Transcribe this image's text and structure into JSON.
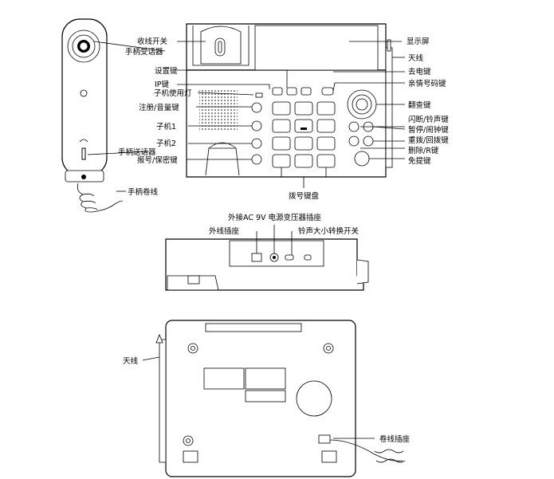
{
  "labels": {
    "hook_switch": "收线开关",
    "handset_receiver": "手柄受话器",
    "settings_key": "设置键",
    "ip_key": "IP键",
    "handset_in_use_led": "子机使用灯",
    "register_volume_key": "注册/音量键",
    "handset_1": "子机1",
    "handset_2": "子机2",
    "handset_transmitter": "手柄送话器",
    "report_secret_key": "报号/保密键",
    "handset_cord": "手柄卷线",
    "display": "显示屏",
    "antenna": "天线",
    "outgoing_key": "去电键",
    "family_number_key": "亲情号码键",
    "browse_key": "翻查键",
    "flash_ring_key": "闪断/铃声键",
    "pause_alarm_key": "暂停/闹钟键",
    "redial_callback_key": "重拨/回拨键",
    "delete_r_key": "删除/R键",
    "handsfree_key": "免提键",
    "keypad": "拨号键盘",
    "ac_adapter_jack": "外接AC 9V 电源变压器插座",
    "line_jack": "外线插座",
    "ringer_switch": "铃声大小转换开关",
    "antenna_bottom": "天线",
    "cord_jack": "卷线插座"
  }
}
